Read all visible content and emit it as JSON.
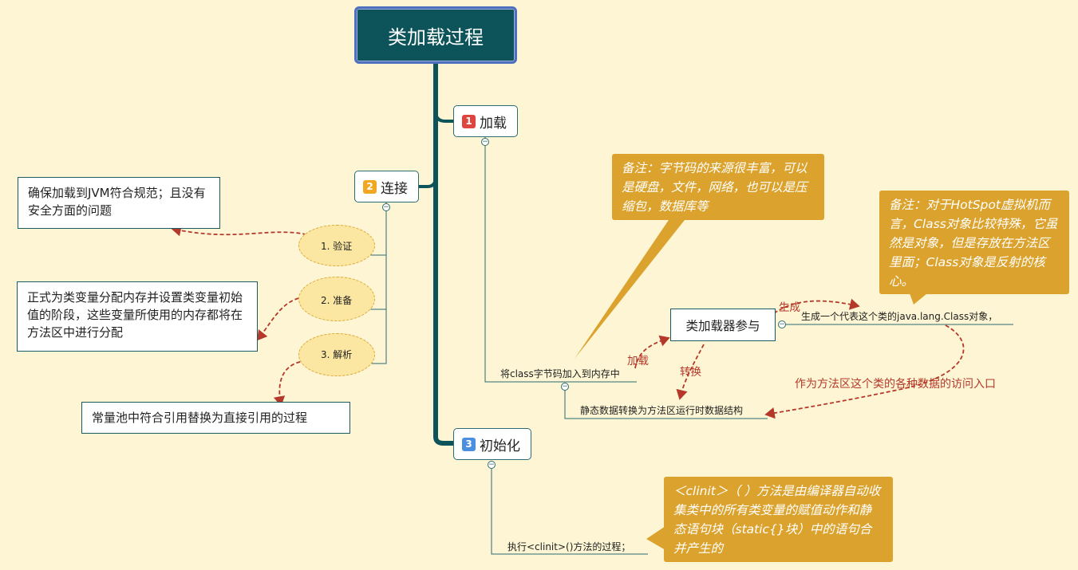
{
  "root": {
    "title": "类加载过程"
  },
  "topics": [
    {
      "num": "1",
      "label": "加载",
      "badge_color": "#e0443e"
    },
    {
      "num": "2",
      "label": "连接",
      "badge_color": "#f2a720"
    },
    {
      "num": "3",
      "label": "初始化",
      "badge_color": "#4a8fe0"
    }
  ],
  "connect": {
    "steps": [
      "1. 验证",
      "2. 准备",
      "3. 解析"
    ],
    "descs": [
      "确保加载到JVM符合规范；且没有安全方面的问题",
      "正式为类变量分配内存并设置类变量初始值的阶段，这些变量所使用的内存都将在方法区中进行分配",
      "常量池中符合引用替换为直接引用的过程"
    ]
  },
  "load": {
    "step1": "将class字节码加入到内存中",
    "step2": "静态数据转换为方法区运行时数据结构",
    "loader": "类加载器参与",
    "gen_object": "生成一个代表这个类的java.lang.Class对象，",
    "rel_load": "加载",
    "rel_convert": "转换",
    "rel_generate": "生成",
    "rel_entry": "作为方法区这个类的各种数据的访问入口",
    "note1": "备注：字节码的来源很丰富，可以是硬盘，文件，网络，也可以是压缩包，数据库等",
    "note2": "备注：对于HotSpot虚拟机而言，Class对象比较特殊，它虽然是对象，但是存放在方法区里面；Class对象是反射的核心。"
  },
  "init": {
    "step": "执行<clinit>()方法的过程；",
    "note": "＜clinit＞（ ）方法是由编译器自动收集类中的所有类变量的赋值动作和静态语句块（static{}块）中的语句合并产生的"
  },
  "colors": {
    "trunk": "#0d545a",
    "relation": "#b5392b",
    "note": "#dba32d",
    "root_border": "#4e6fbf"
  }
}
